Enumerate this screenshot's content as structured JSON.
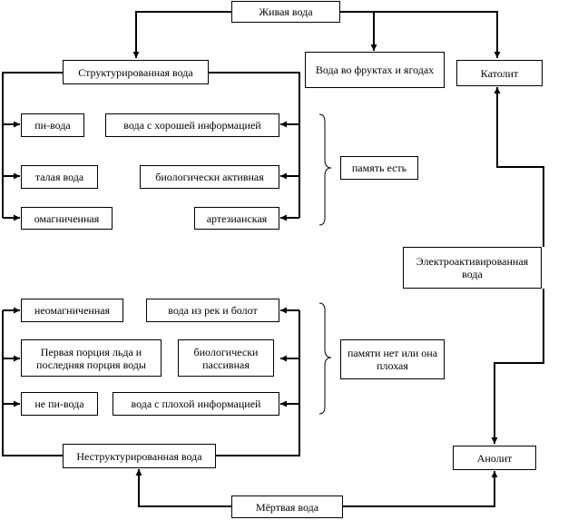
{
  "nodes": {
    "living_water": "Живая вода",
    "structured_water": "Структурированная вода",
    "fruit_water": "Вода во фруктах и ягодах",
    "catholyte": "Католит",
    "pi_water": "пи-вода",
    "good_info_water": "вода с хорошей информацией",
    "melt_water": "талая вода",
    "bio_active": "биологически активная",
    "magnetized": "омагниченная",
    "artesian": "артезианская",
    "memory_yes": "память есть",
    "electroactivated": "Электроактивированная вода",
    "non_magnetized": "неомагниченная",
    "river_swamp_water": "вода из рек и болот",
    "first_last_portion": "Первая порция льда и последняя порция воды",
    "bio_passive": "биологически пассивная",
    "memory_no": "памяти нет или она плохая",
    "non_pi_water": "не пи-вода",
    "bad_info_water": "вода с плохой информацией",
    "unstructured_water": "Неструктурированная вода",
    "anolyte": "Анолит",
    "dead_water": "Мёртвая вода"
  }
}
